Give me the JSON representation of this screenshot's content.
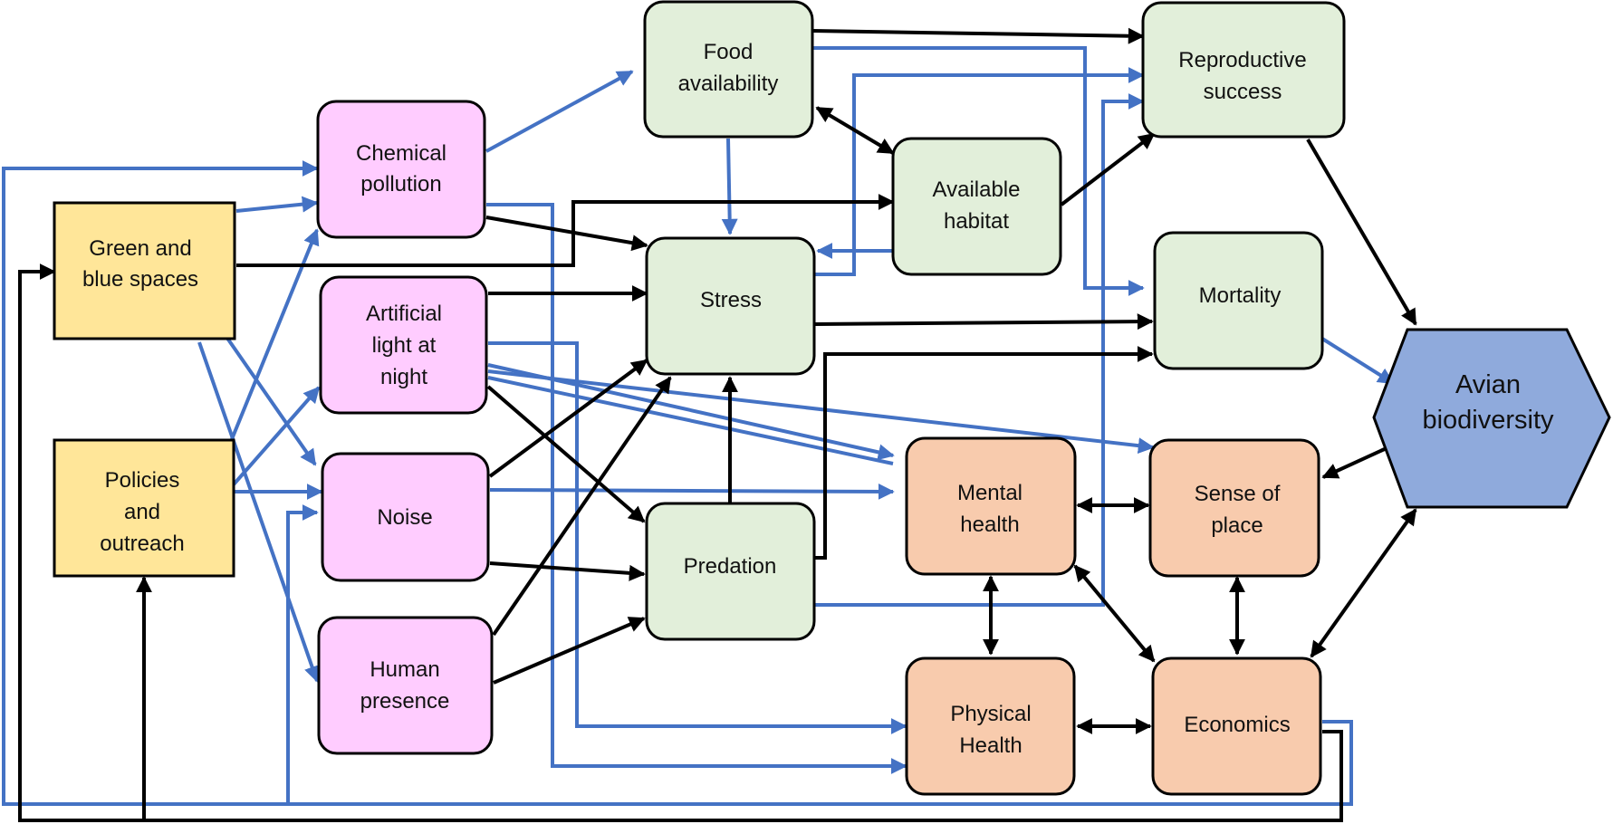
{
  "colors": {
    "black_link": "#000000",
    "blue_link": "#4472C4",
    "driver_fill": "#FFE699",
    "pressure_fill": "#FFCCFF",
    "ecology_fill": "#E2EFDA",
    "human_fill": "#F8CBAD",
    "biodiversity_fill": "#8FAADC"
  },
  "nodes": {
    "green_blue": {
      "line1": "Green and",
      "line2": "blue spaces"
    },
    "policies": {
      "line1": "Policies",
      "line2": "and",
      "line3": "outreach"
    },
    "chemical": {
      "line1": "Chemical",
      "line2": "pollution"
    },
    "artificial": {
      "line1": "Artificial",
      "line2": "light at",
      "line3": "night"
    },
    "noise": {
      "line1": "Noise"
    },
    "human_presence": {
      "line1": "Human",
      "line2": "presence"
    },
    "food": {
      "line1": "Food",
      "line2": "availability"
    },
    "stress": {
      "line1": "Stress"
    },
    "predation": {
      "line1": "Predation"
    },
    "habitat": {
      "line1": "Available",
      "line2": "habitat"
    },
    "reproductive": {
      "line1": "Reproductive",
      "line2": "success"
    },
    "mortality": {
      "line1": "Mortality"
    },
    "mental": {
      "line1": "Mental",
      "line2": "health"
    },
    "sense": {
      "line1": "Sense of",
      "line2": "place"
    },
    "physical": {
      "line1": "Physical",
      "line2": "Health"
    },
    "economics": {
      "line1": "Economics"
    },
    "avian": {
      "line1": "Avian",
      "line2": "biodiversity"
    }
  }
}
